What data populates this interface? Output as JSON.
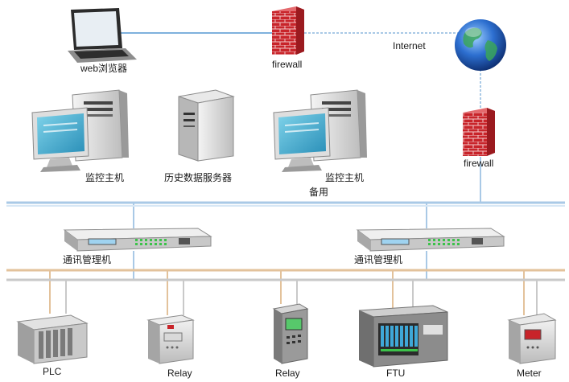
{
  "labels": {
    "web_browser": "web浏览器",
    "firewall_top": "firewall",
    "internet": "Internet",
    "firewall_right": "firewall",
    "monitor_host_1": "监控主机",
    "history_server": "历史数据服务器",
    "monitor_host_2": "监控主机",
    "backup": "备用",
    "comm_manager_1": "通讯管理机",
    "comm_manager_2": "通讯管理机",
    "plc": "PLC",
    "relay_1": "Relay",
    "relay_2": "Relay",
    "ftu": "FTU",
    "meter": "Meter"
  },
  "icons": {
    "laptop": "laptop-icon",
    "firewall": "brick-firewall-icon",
    "globe": "globe-icon",
    "workstation": "desktop-computer-icon",
    "server": "server-tower-icon",
    "comm_manager": "network-switch-icon",
    "plc": "plc-rack-icon",
    "relay": "protection-relay-icon",
    "ftu": "ftu-cabinet-icon",
    "meter": "power-meter-icon"
  },
  "colors": {
    "network_bus": "#a9c9e6",
    "field_bus": "#e3c29b",
    "field_bus_inner": "#c9c9c9",
    "link_line": "#7fb1dd",
    "firewall_red": "#c8242a",
    "globe_blue": "#1d5fb8",
    "screen_cyan": "#3fb3d6"
  }
}
